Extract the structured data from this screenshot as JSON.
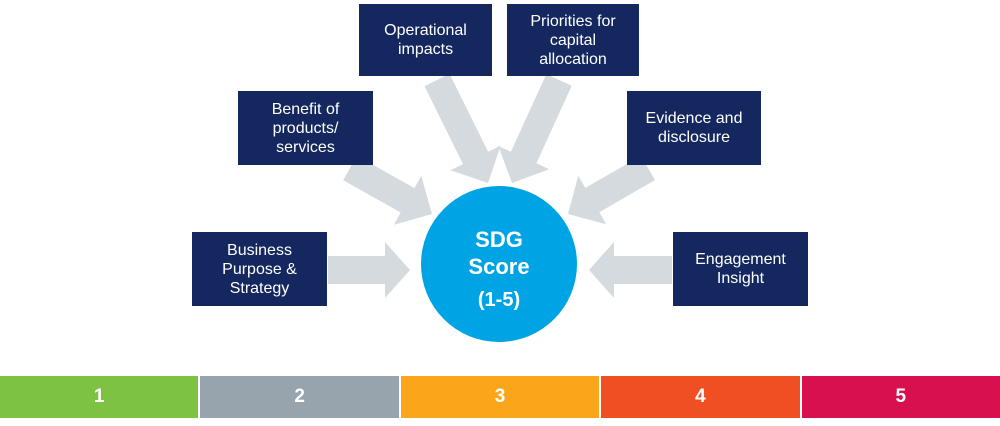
{
  "center": {
    "title_line1": "SDG",
    "title_line2": "Score",
    "range": "(1-5)",
    "color": "#00a4e4"
  },
  "inputs": [
    {
      "lines": [
        "Business",
        "Purpose &",
        "Strategy"
      ]
    },
    {
      "lines": [
        "Benefit of",
        "products/",
        "services"
      ]
    },
    {
      "lines": [
        "Operational",
        "impacts"
      ]
    },
    {
      "lines": [
        "Priorities for",
        "capital",
        "allocation"
      ]
    },
    {
      "lines": [
        "Evidence and",
        "disclosure"
      ]
    },
    {
      "lines": [
        "Engagement",
        "Insight"
      ]
    }
  ],
  "box_color": "#14285f",
  "arrow_color": "#d5dadf",
  "scale": [
    {
      "label": "1",
      "color": "#7dc242"
    },
    {
      "label": "2",
      "color": "#97a4ad"
    },
    {
      "label": "3",
      "color": "#fba51a"
    },
    {
      "label": "4",
      "color": "#f04e23"
    },
    {
      "label": "5",
      "color": "#d9104f"
    }
  ]
}
